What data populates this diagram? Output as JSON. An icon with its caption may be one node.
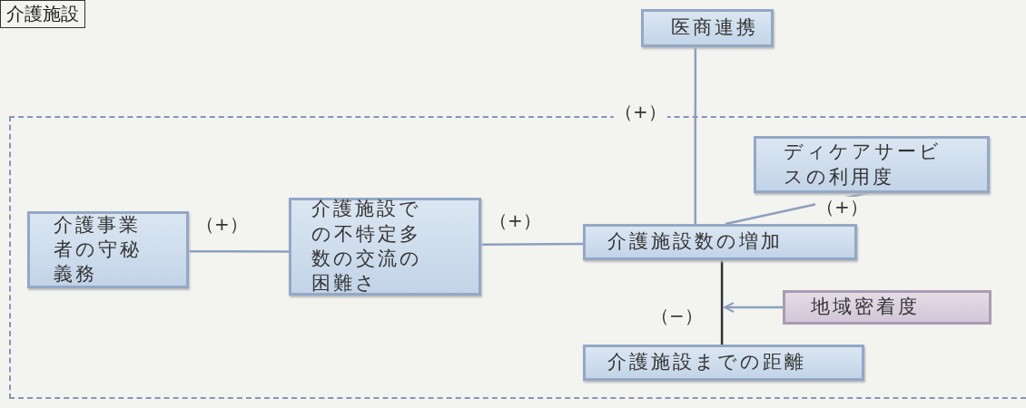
{
  "diagram": {
    "title": "介護施設",
    "nodes": [
      {
        "text": [
          "医商連携"
        ]
      },
      {
        "text": [],
        "shape": "box"
      },
      {
        "text": [
          "介護事業者の守秘義務"
        ],
        "in": 1
      },
      {
        "text": [
          "介護施設での不特定多数の交流の困難さ"
        ],
        "in": 1
      },
      {
        "text": [
          "ディケアサービスの利用度"
        ],
        "in": 1
      },
      {
        "text": [
          "介護施設数の増加"
        ],
        "in": 1
      },
      {
        "text": [
          "地域密着度"
        ],
        "in": 1
      },
      {
        "text": [
          "介護施設までの距離"
        ],
        "in": 1
      }
    ],
    "edges": [
      {
        "from": 2,
        "to": 3,
        "arrow": "none",
        "label": "（+）"
      },
      {
        "from": 3,
        "to": 5,
        "arrow": "none",
        "label": "（+）"
      },
      {
        "from": 0,
        "to": 5,
        "arrow": "none",
        "label": "（+）"
      },
      {
        "from": 4,
        "to": 5,
        "arrow": "none",
        "label": "（+）"
      },
      {
        "from": 5,
        "to": 7,
        "arrow": "none",
        "label": "（−）",
        "color": "#333333"
      },
      {
        "from": 6,
        "to": null,
        "arrow": "to"
      }
    ]
  }
}
